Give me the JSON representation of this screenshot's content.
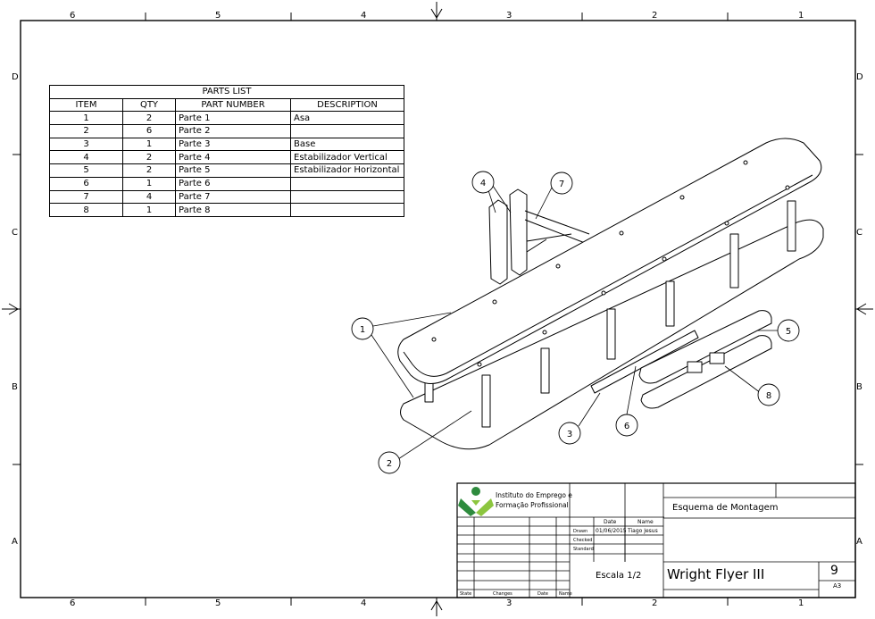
{
  "zones": {
    "columns": [
      "6",
      "5",
      "4",
      "3",
      "2",
      "1"
    ],
    "rows": [
      "D",
      "C",
      "B",
      "A"
    ]
  },
  "parts_list": {
    "title": "PARTS LIST",
    "headers": [
      "ITEM",
      "QTY",
      "PART NUMBER",
      "DESCRIPTION"
    ],
    "rows": [
      [
        "1",
        "2",
        "Parte 1",
        "Asa"
      ],
      [
        "2",
        "6",
        "Parte 2",
        ""
      ],
      [
        "3",
        "1",
        "Parte 3",
        "Base"
      ],
      [
        "4",
        "2",
        "Parte 4",
        "Estabilizador Vertical"
      ],
      [
        "5",
        "2",
        "Parte 5",
        "Estabilizador Horizontal"
      ],
      [
        "6",
        "1",
        "Parte 6",
        ""
      ],
      [
        "7",
        "4",
        "Parte 7",
        ""
      ],
      [
        "8",
        "1",
        "Parte 8",
        ""
      ]
    ]
  },
  "balloons": [
    "1",
    "2",
    "3",
    "4",
    "5",
    "6",
    "7",
    "8"
  ],
  "title_block": {
    "org_line1": "Instituto do Emprego e",
    "org_line2": "Formação Profissional",
    "drawing_title": "Esquema de Montagem",
    "date_header": "Date",
    "name_header": "Name",
    "drawn_label": "Drawn",
    "checked_label": "Checked",
    "standard_label": "Standard",
    "drawn_date": "01/06/2015",
    "drawn_name": "Tiago Jesus",
    "scale": "Escala 1/2",
    "project_title": "Wright Flyer III",
    "sheet_number": "9",
    "sheet_format": "A3",
    "state_label": "State",
    "changes_label": "Changes",
    "bottom_date_label": "Date",
    "bottom_name_label": "Name",
    "logo_colors": {
      "green": "#2e8b3e",
      "light_green": "#8cc63f"
    }
  }
}
